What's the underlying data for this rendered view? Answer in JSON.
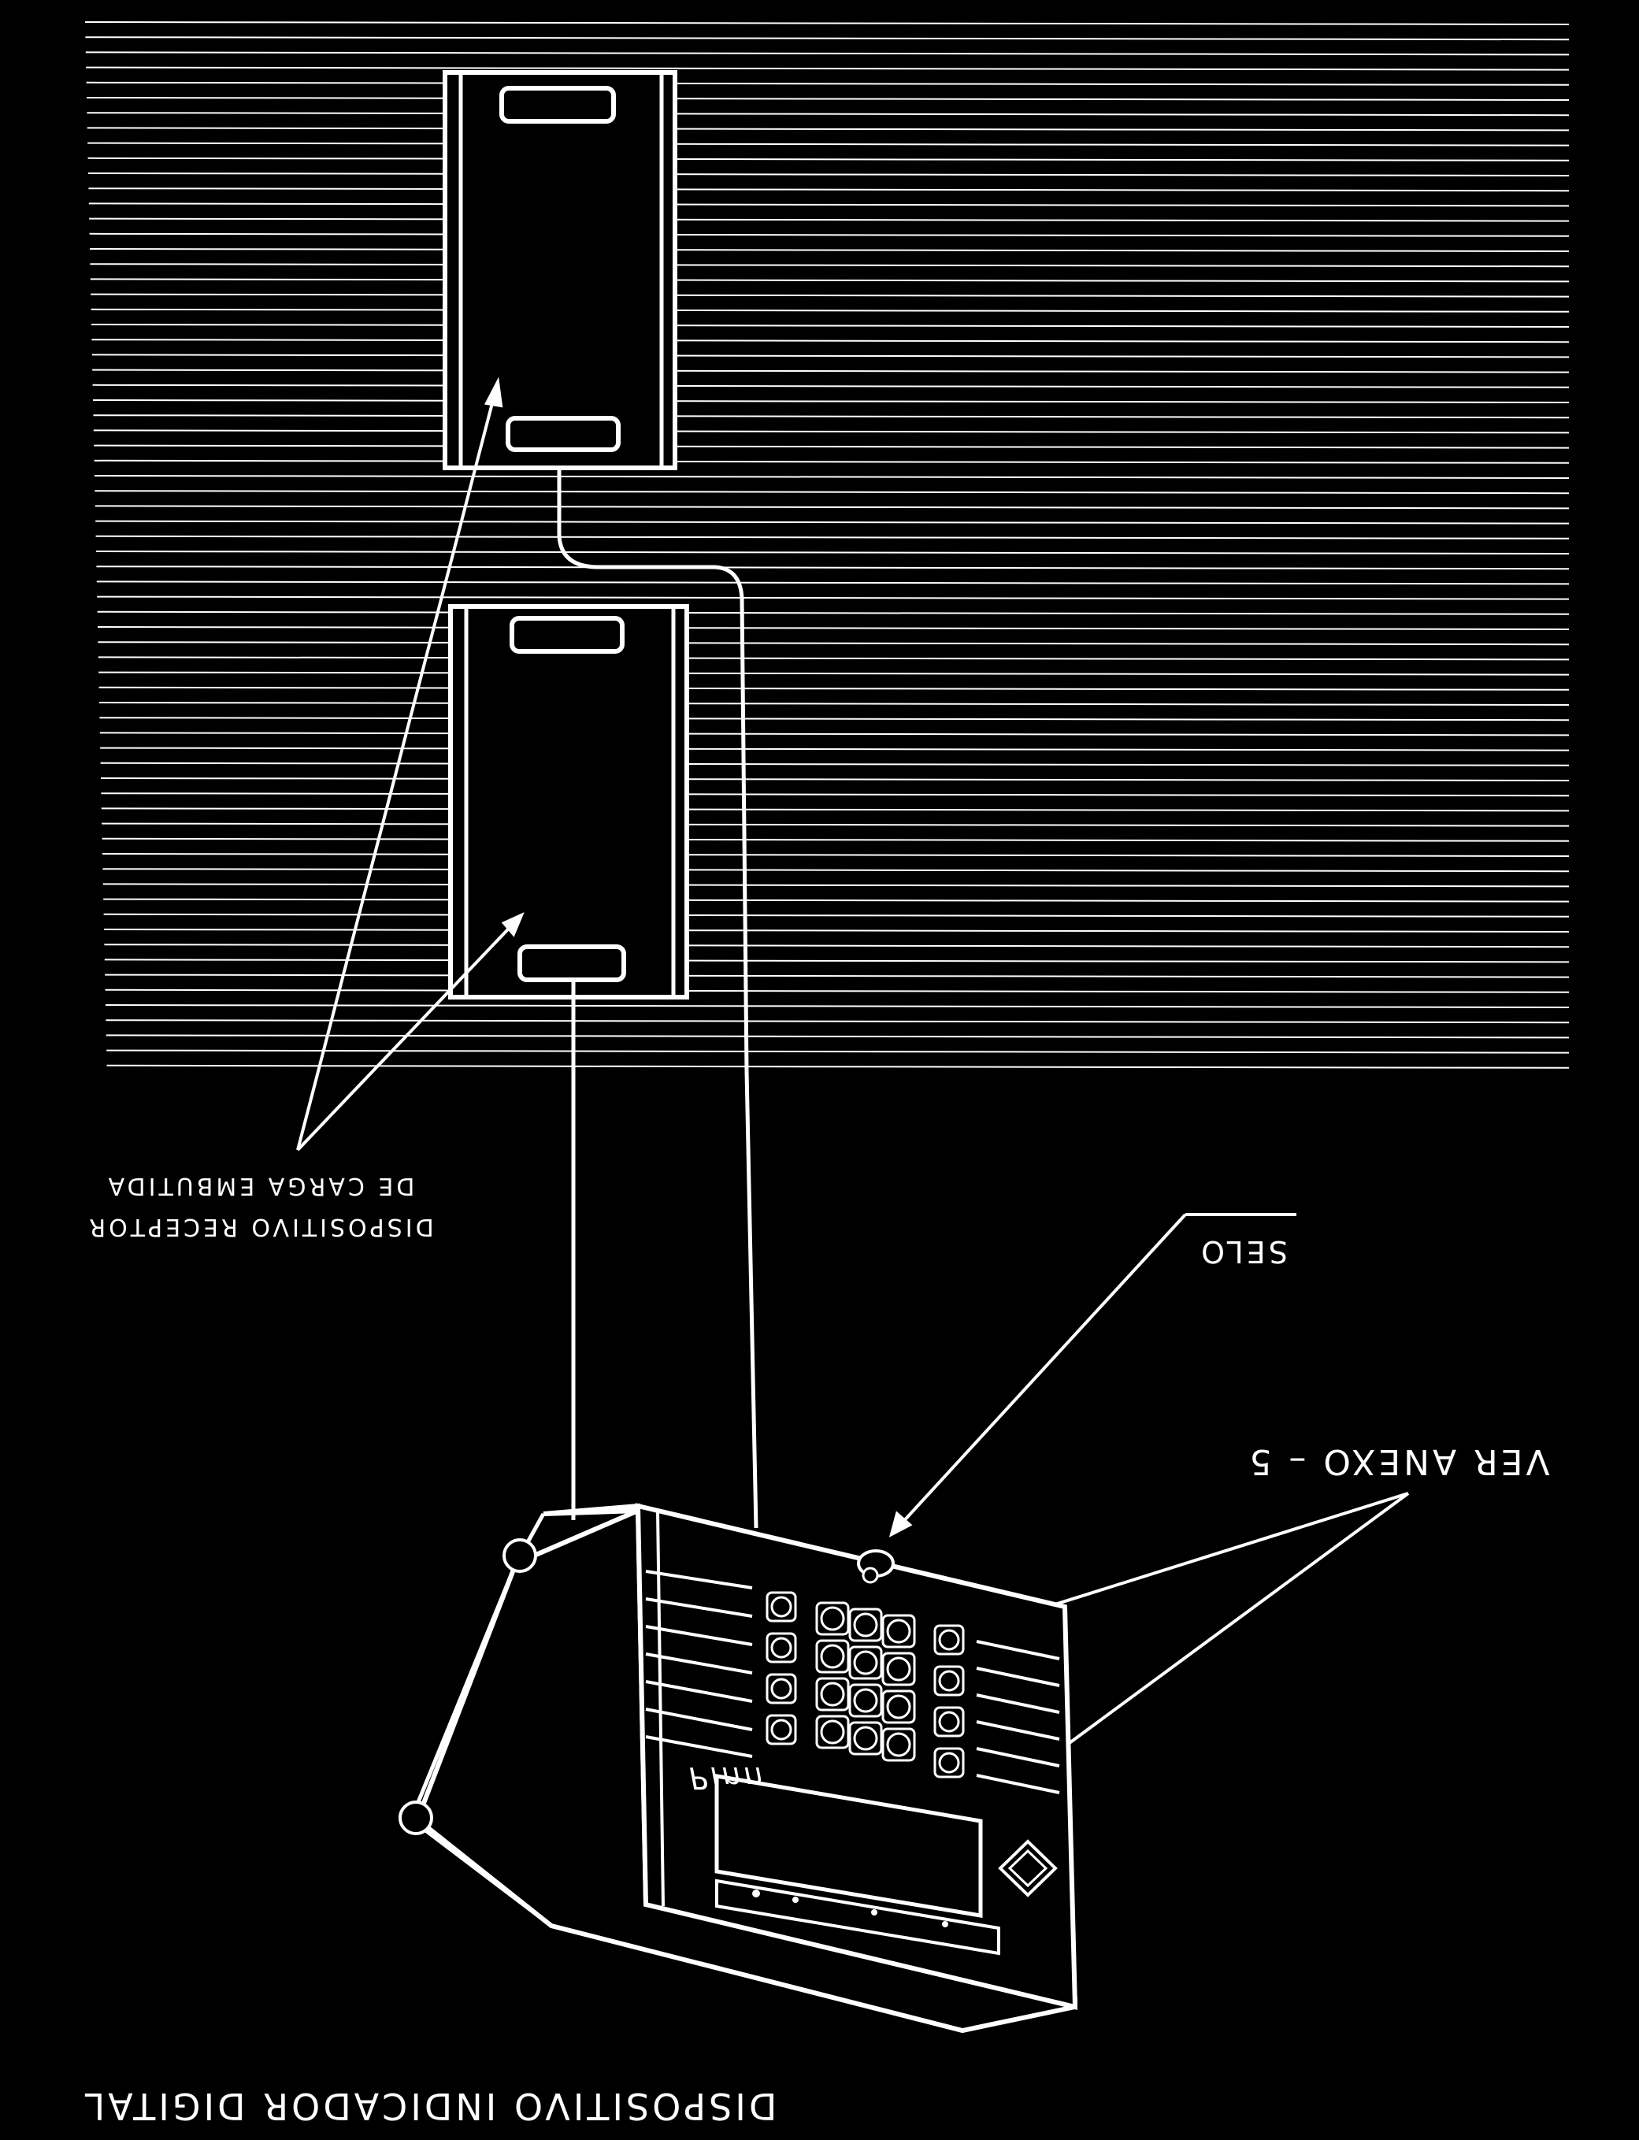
{
  "drawing": {
    "colors": {
      "background": "#000000",
      "lines": "#ffffff"
    },
    "labels": {
      "receptor_line1": "DISPOSITIVO RECEPTOR",
      "receptor_line2": "DE CARGA EMBUTIDA",
      "selo": "SELO",
      "ver_anexo": "VER ANEXO – 5",
      "indicador": "DISPOSITIVO INDICADOR DIGITAL"
    },
    "device": {
      "brand_text": "Pinn"
    }
  }
}
